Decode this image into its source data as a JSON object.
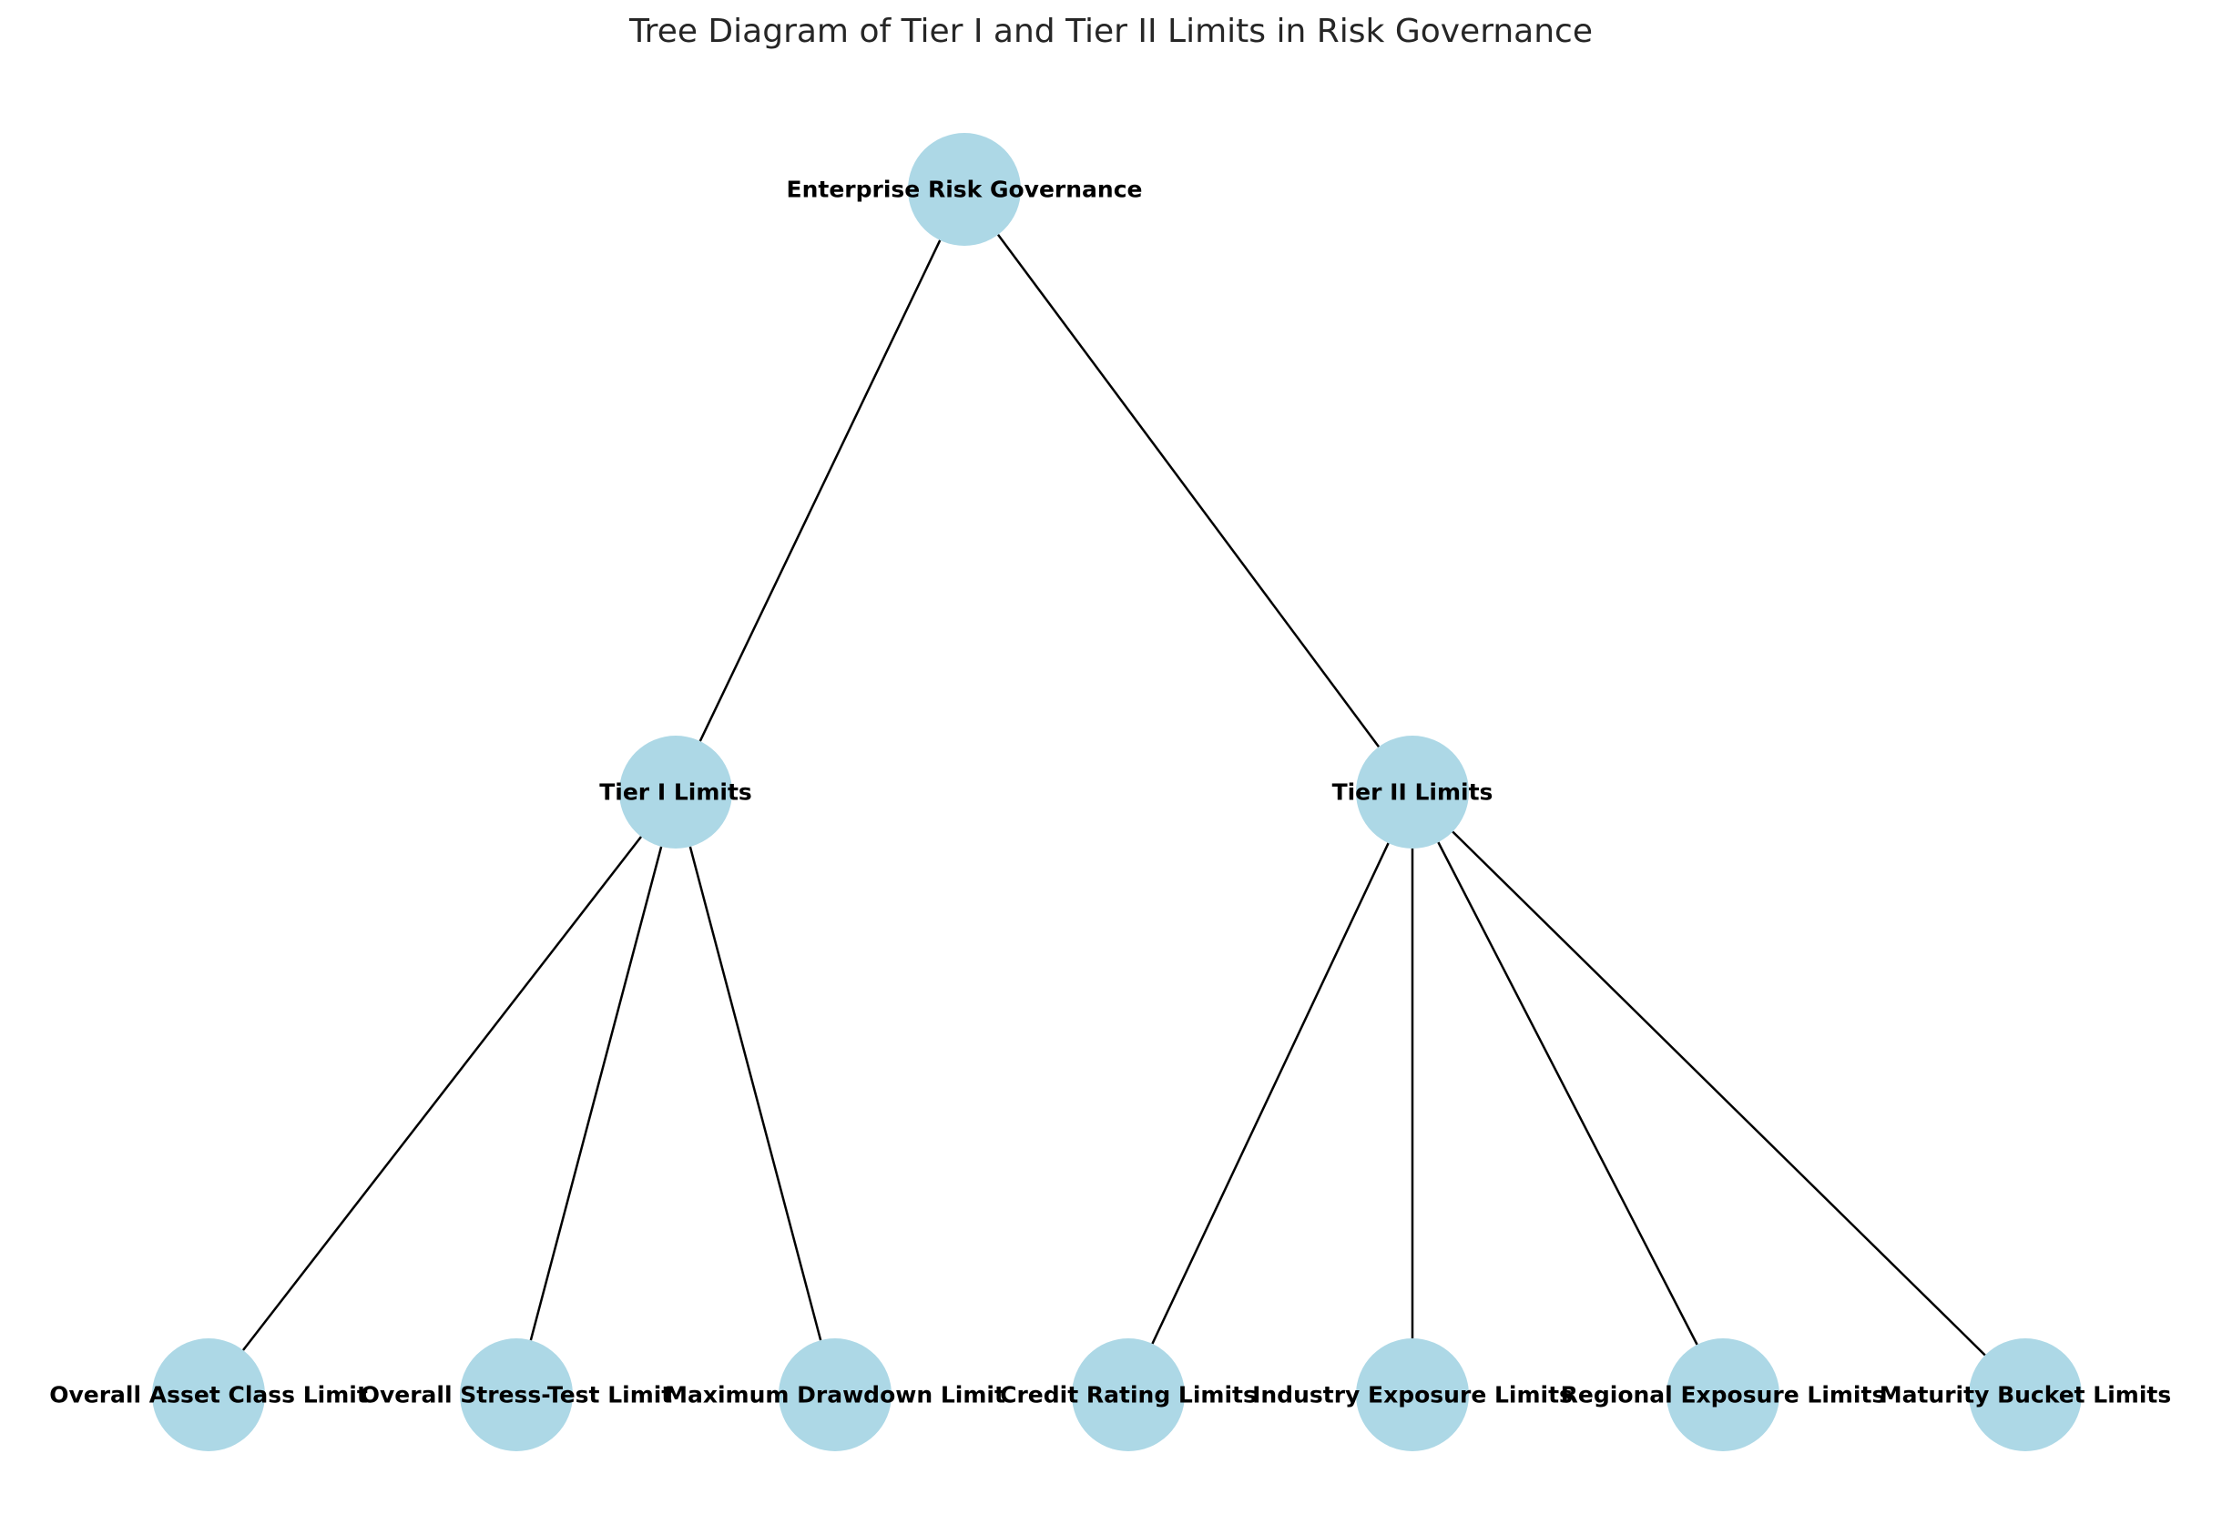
{
  "title": "Tree Diagram of Tier I and Tier II Limits in Risk Governance",
  "colors": {
    "node_fill": "#add8e6",
    "edge": "#000000",
    "label": "#000000"
  },
  "tree": {
    "root": {
      "label": "Enterprise Risk Governance",
      "children": [
        {
          "label": "Tier I Limits",
          "children": [
            {
              "label": "Overall Asset Class Limit"
            },
            {
              "label": "Overall Stress-Test Limit"
            },
            {
              "label": "Maximum Drawdown Limit"
            }
          ]
        },
        {
          "label": "Tier II Limits",
          "children": [
            {
              "label": "Credit Rating Limits"
            },
            {
              "label": "Industry Exposure Limits"
            },
            {
              "label": "Regional Exposure Limits"
            },
            {
              "label": "Maturity Bucket Limits"
            }
          ]
        }
      ]
    }
  }
}
